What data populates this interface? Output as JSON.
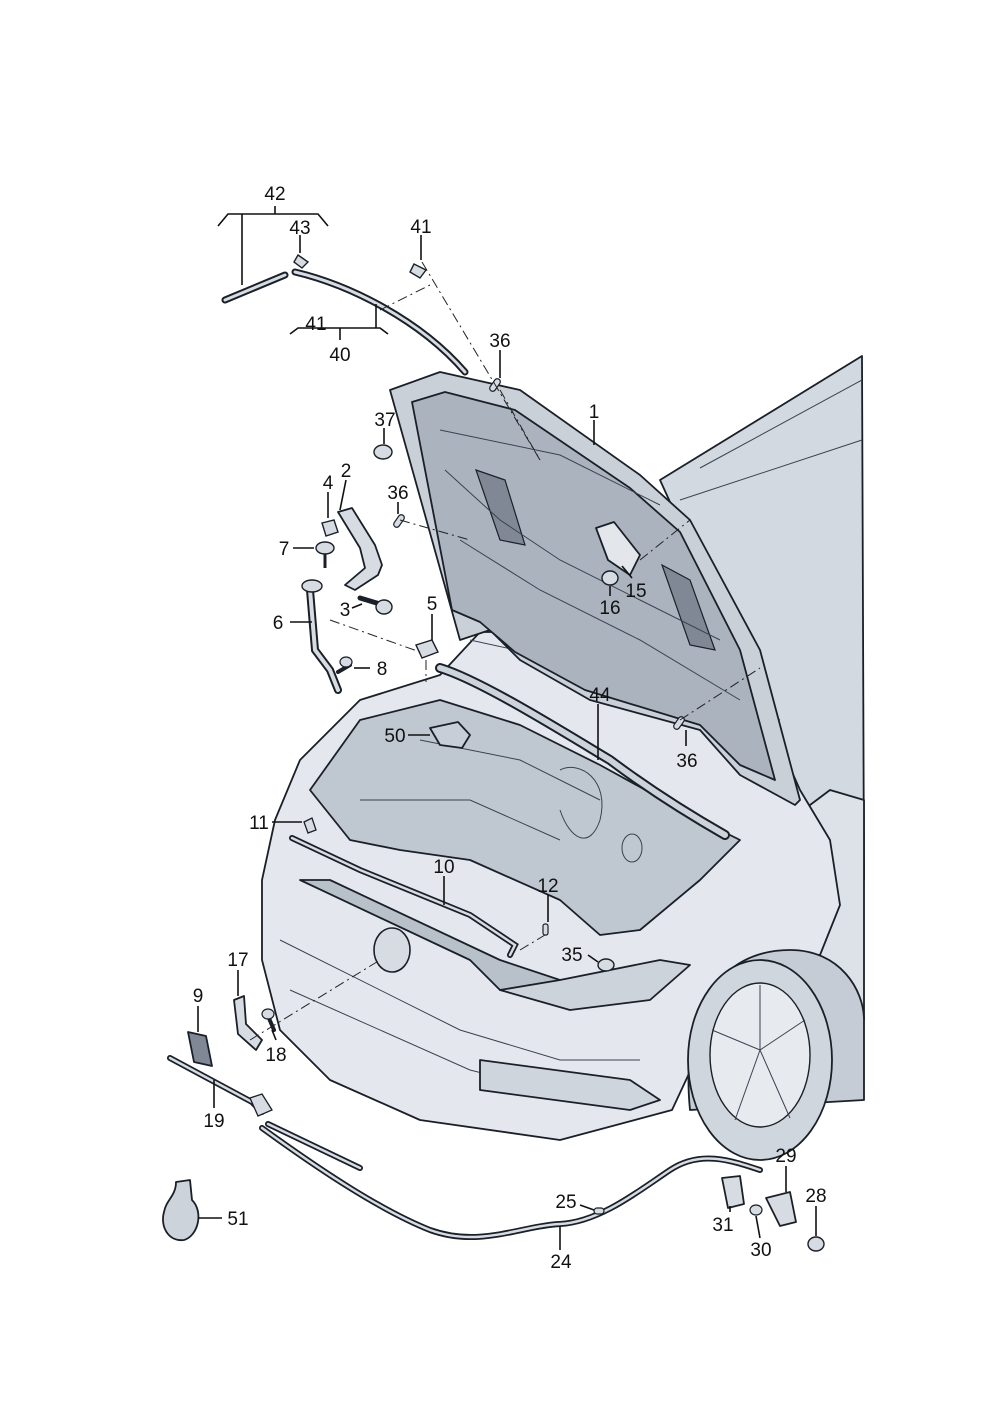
{
  "colors": {
    "body_fill": "#e4e8ee",
    "body_shadow": "#cfd6df",
    "engine_bay": "#c2cad4",
    "hood_seal": "#c6cdd6",
    "hood_liner": "#a9b2bd",
    "insulation_pad": "#7d8793",
    "part_fill": "#d7dce3",
    "line": "#111111"
  },
  "callouts": [
    {
      "id": "c42",
      "label": "42"
    },
    {
      "id": "c43",
      "label": "43"
    },
    {
      "id": "c41a",
      "label": "41"
    },
    {
      "id": "c41b",
      "label": "41"
    },
    {
      "id": "c40",
      "label": "40"
    },
    {
      "id": "c36a",
      "label": "36"
    },
    {
      "id": "c1",
      "label": "1"
    },
    {
      "id": "c37",
      "label": "37"
    },
    {
      "id": "c2",
      "label": "2"
    },
    {
      "id": "c4",
      "label": "4"
    },
    {
      "id": "c36b",
      "label": "36"
    },
    {
      "id": "c7",
      "label": "7"
    },
    {
      "id": "c15",
      "label": "15"
    },
    {
      "id": "c16",
      "label": "16"
    },
    {
      "id": "c3",
      "label": "3"
    },
    {
      "id": "c5",
      "label": "5"
    },
    {
      "id": "c6",
      "label": "6"
    },
    {
      "id": "c8",
      "label": "8"
    },
    {
      "id": "c44",
      "label": "44"
    },
    {
      "id": "c50",
      "label": "50"
    },
    {
      "id": "c36c",
      "label": "36"
    },
    {
      "id": "c11",
      "label": "11"
    },
    {
      "id": "c10",
      "label": "10"
    },
    {
      "id": "c12",
      "label": "12"
    },
    {
      "id": "c35",
      "label": "35"
    },
    {
      "id": "c17",
      "label": "17"
    },
    {
      "id": "c9",
      "label": "9"
    },
    {
      "id": "c18",
      "label": "18"
    },
    {
      "id": "c19",
      "label": "19"
    },
    {
      "id": "c29",
      "label": "29"
    },
    {
      "id": "c28",
      "label": "28"
    },
    {
      "id": "c25",
      "label": "25"
    },
    {
      "id": "c31",
      "label": "31"
    },
    {
      "id": "c30",
      "label": "30"
    },
    {
      "id": "c51",
      "label": "51"
    },
    {
      "id": "c24",
      "label": "24"
    }
  ]
}
